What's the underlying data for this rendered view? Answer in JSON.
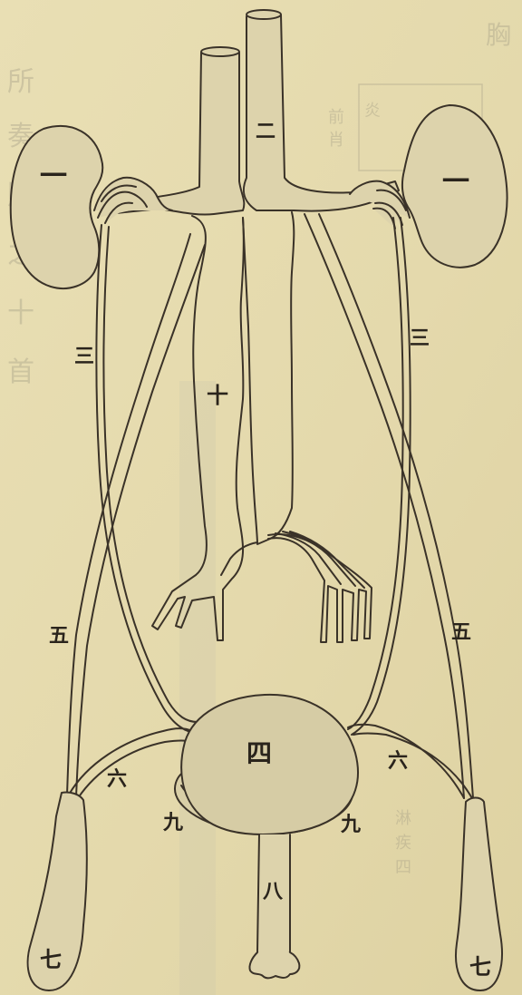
{
  "labels": {
    "kidney": "一",
    "aorta": "二",
    "ureter": "三",
    "bladder": "四",
    "vas_deferens": "五",
    "ejaculatory_duct": "六",
    "testis": "七",
    "urethra": "八",
    "prostate": "九",
    "vena_cava": "十"
  },
  "show_through": {
    "col1": "胸",
    "col2": [
      "所",
      "奏",
      "賦",
      "之",
      "十",
      "首"
    ],
    "box": [
      "前",
      "肖",
      "炎"
    ],
    "mark": [
      "淋",
      "疾",
      "四"
    ]
  },
  "colors": {
    "paper": "#e6dcb0",
    "ink": "#3a3228",
    "organ_fill": "#ddd3ac",
    "bladder_fill": "#d6cca5"
  }
}
